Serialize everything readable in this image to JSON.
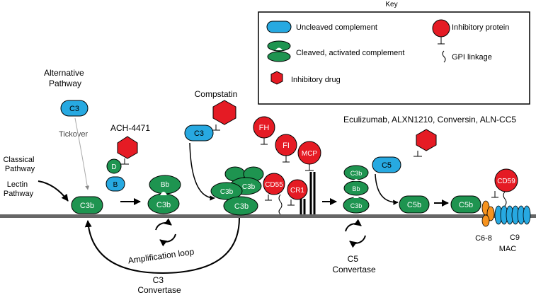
{
  "key": {
    "title": "Key",
    "uncleaved": "Uncleaved complement",
    "cleaved": "Cleaved, activated complement",
    "inhibitory_drug": "Inhibitory drug",
    "inhibitory_protein": "Inhibitory protein",
    "gpi": "GPI linkage"
  },
  "labels": {
    "alt_line1": "Alternative",
    "alt_line2": "Pathway",
    "tickover": "Tickover",
    "classical_line1": "Classical",
    "classical_line2": "Pathway",
    "lectin_line1": "Lectin",
    "lectin_line2": "Pathway",
    "ach": "ACH-4471",
    "compstatin": "Compstatin",
    "eculizumab": "Eculizumab, ALXN1210, Conversin, ALN-CC5",
    "amplification": "Amplification loop",
    "c3conv_line1": "C3",
    "c3conv_line2": "Convertase",
    "c5conv_line1": "C5",
    "c5conv_line2": "Convertase",
    "c68": "C6-8",
    "c9": "C9",
    "mac": "MAC"
  },
  "molecules": {
    "c3_alt": "C3",
    "c3_compstatin": "C3",
    "c5": "C5",
    "d": "D",
    "b": "B",
    "c3b_1": "C3b",
    "bb_1": "Bb",
    "c3b_2": "C3b",
    "c3b_stack_a": "C3b",
    "c3b_stack_b": "C3b",
    "c3b_stack_c": "C3b",
    "c3b_conv_top": "C3b",
    "bb_conv": "Bb",
    "c3b_conv_bottom": "C3b",
    "c5b_1": "C5b",
    "c5b_2": "C5b"
  },
  "inhibitors": {
    "fh": "FH",
    "fi": "FI",
    "mcp": "MCP",
    "cd55": "CD55",
    "cr1": "CR1",
    "cd59": "CD59"
  },
  "colors": {
    "uncleaved": "#27a9e1",
    "cleaved": "#1e9450",
    "inhibitor": "#e51b24",
    "membrane": "#666666",
    "c68": "#f7931e"
  }
}
